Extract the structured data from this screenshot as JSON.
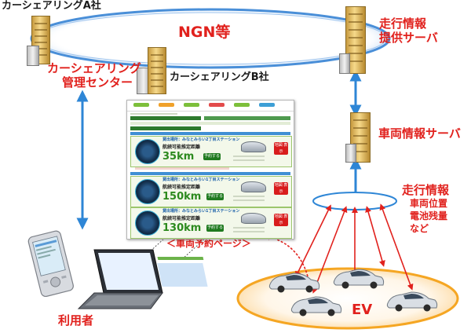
{
  "network": {
    "ngn_label": "NGN等"
  },
  "carshare_a": {
    "name": "カーシェアリングA社",
    "center_line1": "カーシェアリング",
    "center_line2": "管理センター"
  },
  "carshare_b": {
    "name": "カーシェアリングB社"
  },
  "driving_info_server": {
    "line1": "走行情報",
    "line2": "提供サーバ"
  },
  "vehicle_info_server": {
    "label": "車両情報サーバ"
  },
  "ev_data": {
    "title": "走行情報",
    "items": [
      "車両位置",
      "電池残量",
      "など"
    ]
  },
  "user": {
    "label": "利用者"
  },
  "ev_cluster": {
    "label": "EV"
  },
  "reservation_page": {
    "caption": "＜車両予約ページ＞",
    "cards": [
      {
        "station": "貸出場所：みなとみらい2丁目ステーション",
        "range_label": "航続可能推定距離",
        "range_value": "35km",
        "reserve": "予約する",
        "map": "地図 表示"
      },
      {
        "station": "貸出場所：みなとみらい1丁目ステーション",
        "range_label": "航続可能推定距離",
        "range_value": "150km",
        "reserve": "予約する",
        "map": "地図 表示"
      },
      {
        "station": "貸出場所：みなとみらい1丁目ステーション",
        "range_label": "航続可能推定距離",
        "range_value": "130km",
        "reserve": "予約する",
        "map": "地図 表示"
      }
    ]
  },
  "colors": {
    "label_red": "#e1211d",
    "arrow_blue": "#2e86d6",
    "network_ring": "#4a8fd8",
    "ev_pool": "#f5a623"
  }
}
